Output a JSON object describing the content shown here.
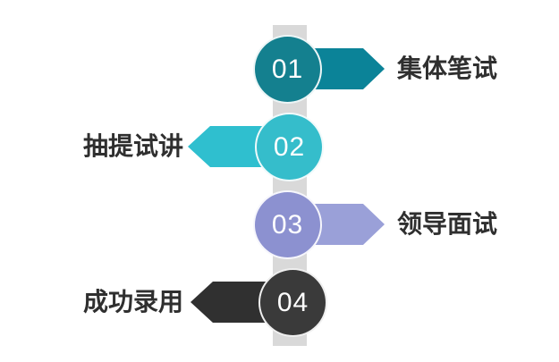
{
  "page": {
    "background": "#ffffff"
  },
  "timeline": {
    "bar_color": "#d9d9d9"
  },
  "text_color": "#2f2f2f",
  "steps": [
    {
      "number": "01",
      "label": "集体笔试",
      "side": "right",
      "circle_color": "#14808f",
      "arrow_color": "#0b8398"
    },
    {
      "number": "02",
      "label": "抽提试讲",
      "side": "left",
      "circle_color": "#35bdcb",
      "arrow_color": "#2fbfcf"
    },
    {
      "number": "03",
      "label": "领导面试",
      "side": "right",
      "circle_color": "#8c91d0",
      "arrow_color": "#9aa0d8"
    },
    {
      "number": "04",
      "label": "成功录用",
      "side": "left",
      "circle_color": "#3a3a3a",
      "arrow_color": "#303030"
    }
  ]
}
